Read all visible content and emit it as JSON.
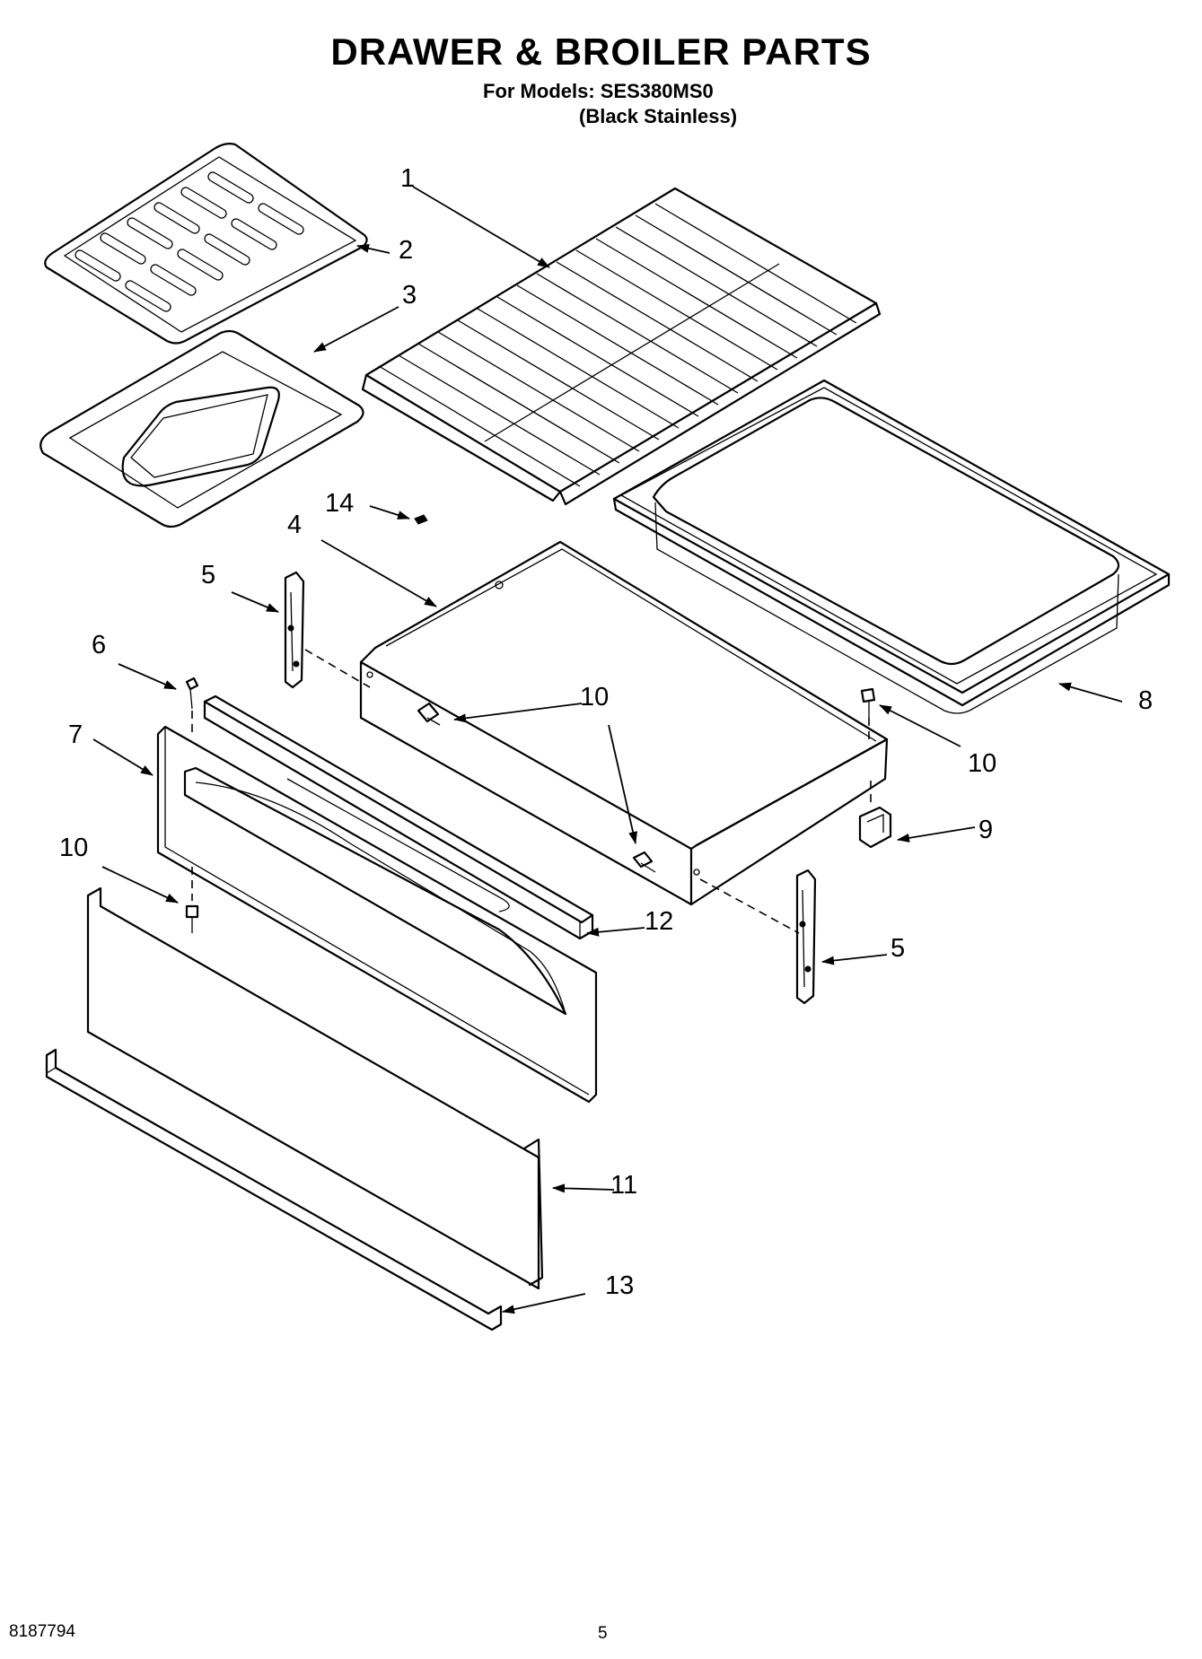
{
  "title": "DRAWER & BROILER PARTS",
  "models_line1": "For Models: SES380MS0",
  "models_line2": "(Black Stainless)",
  "callouts": {
    "c1": "1",
    "c2": "2",
    "c3": "3",
    "c4": "4",
    "c5a": "5",
    "c5b": "5",
    "c6": "6",
    "c7": "7",
    "c8": "8",
    "c9": "9",
    "c10a": "10",
    "c10b": "10",
    "c10c": "10",
    "c11": "11",
    "c12": "12",
    "c13": "13",
    "c14": "14"
  },
  "doc_number": "8187794",
  "page_number": "5"
}
